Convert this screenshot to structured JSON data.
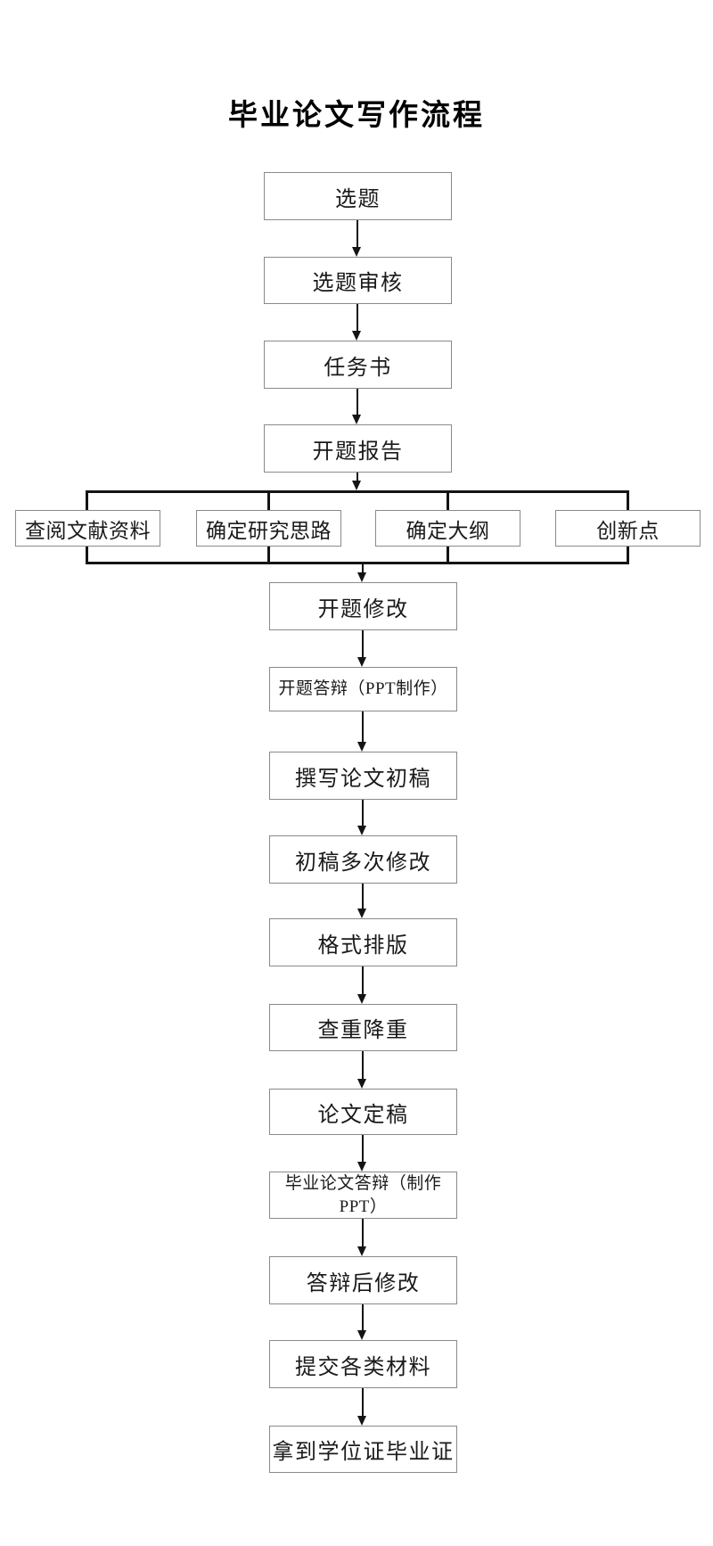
{
  "title": "毕业论文写作流程",
  "nodes": {
    "main_top": [
      "选题",
      "选题审核",
      "任务书",
      "开题报告"
    ],
    "branches": [
      "查阅文献资料",
      "确定研究思路",
      "确定大纲",
      "创新点"
    ],
    "main_bottom": [
      "开题修改",
      "开题答辩（PPT制作）",
      "撰写论文初稿",
      "初稿多次修改",
      "格式排版",
      "查重降重",
      "论文定稿",
      "毕业论文答辩（制作PPT）",
      "答辩后修改",
      "提交各类材料",
      "拿到学位证毕业证"
    ]
  },
  "colors": {
    "background": "#ffffff",
    "box_border": "#8a8a8a",
    "connector": "#141414",
    "text": "#1a1a1a"
  }
}
